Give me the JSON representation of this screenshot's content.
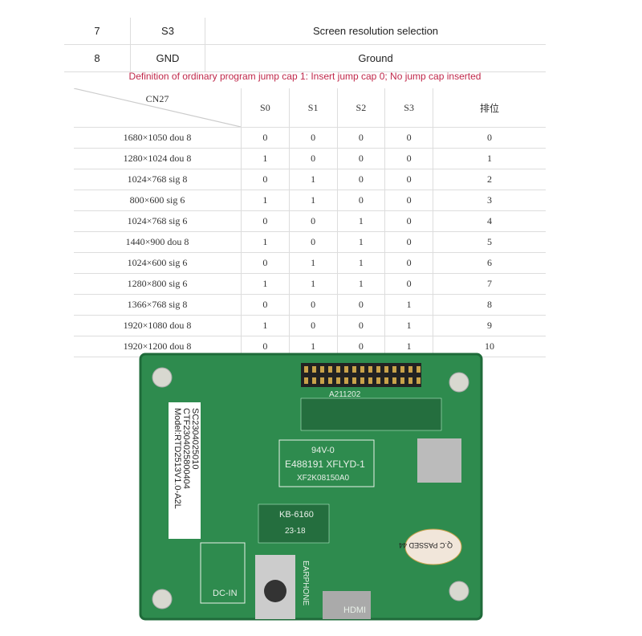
{
  "pin_table": [
    {
      "num": "7",
      "pin": "S3",
      "desc": "Screen resolution selection"
    },
    {
      "num": "8",
      "pin": "GND",
      "desc": "Ground"
    }
  ],
  "note": "Definition of ordinary program jump cap 1: Insert jump cap 0; No jump cap inserted",
  "jump_table": {
    "header": [
      "CN27",
      "S0",
      "S1",
      "S2",
      "S3",
      "排位"
    ],
    "rows": [
      [
        "1680×1050 dou 8",
        "0",
        "0",
        "0",
        "0",
        "0"
      ],
      [
        "1280×1024 dou 8",
        "1",
        "0",
        "0",
        "0",
        "1"
      ],
      [
        "1024×768 sig 8",
        "0",
        "1",
        "0",
        "0",
        "2"
      ],
      [
        "800×600 sig 6",
        "1",
        "1",
        "0",
        "0",
        "3"
      ],
      [
        "1024×768 sig 6",
        "0",
        "0",
        "1",
        "0",
        "4"
      ],
      [
        "1440×900 dou 8",
        "1",
        "0",
        "1",
        "0",
        "5"
      ],
      [
        "1024×600 sig 6",
        "0",
        "1",
        "1",
        "0",
        "6"
      ],
      [
        "1280×800 sig 6",
        "1",
        "1",
        "1",
        "0",
        "7"
      ],
      [
        "1366×768 sig 8",
        "0",
        "0",
        "0",
        "1",
        "8"
      ],
      [
        "1920×1080 dou 8",
        "1",
        "0",
        "0",
        "1",
        "9"
      ],
      [
        "1920×1200 dou 8",
        "0",
        "1",
        "0",
        "1",
        "10"
      ]
    ]
  },
  "board": {
    "model": "Model:RTD2513V1.0-A2L",
    "serial1": "CTF2304025800404",
    "serial2": "SC2304025010",
    "code": "A211202",
    "cert1": "94V-0",
    "cert2": "E488191 XFLYD-1",
    "cert3": "XF2K08150A0",
    "kb": "KB-6160",
    "date": "23-18",
    "qc": "Q.C PASSED 44",
    "earphone": "EARPHONE",
    "hdmi": "HDMI",
    "dcin": "DC-IN"
  }
}
